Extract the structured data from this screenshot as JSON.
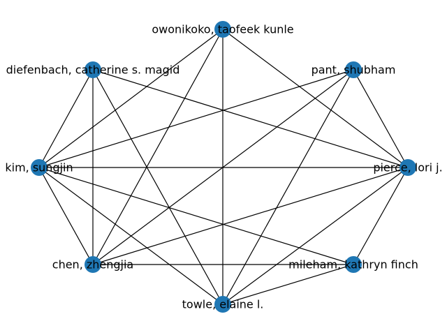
{
  "graph": {
    "nodes": [
      {
        "id": "owonikoko",
        "label": "owonikoko, taofeek kunle"
      },
      {
        "id": "pant",
        "label": "pant, shubham"
      },
      {
        "id": "pierce",
        "label": "pierce, lori j."
      },
      {
        "id": "mileham",
        "label": "mileham, kathryn finch"
      },
      {
        "id": "towle",
        "label": "towle, elaine l."
      },
      {
        "id": "chen",
        "label": "chen, zhengjia"
      },
      {
        "id": "kim",
        "label": "kim, sungjin"
      },
      {
        "id": "diefenbach",
        "label": "diefenbach, catherine s. magid"
      }
    ],
    "edges": [
      [
        "owonikoko",
        "kim"
      ],
      [
        "owonikoko",
        "chen"
      ],
      [
        "owonikoko",
        "towle"
      ],
      [
        "owonikoko",
        "pierce"
      ],
      [
        "pant",
        "kim"
      ],
      [
        "pant",
        "chen"
      ],
      [
        "pant",
        "towle"
      ],
      [
        "pant",
        "pierce"
      ],
      [
        "diefenbach",
        "kim"
      ],
      [
        "diefenbach",
        "chen"
      ],
      [
        "diefenbach",
        "towle"
      ],
      [
        "diefenbach",
        "pierce"
      ],
      [
        "kim",
        "pierce"
      ],
      [
        "kim",
        "chen"
      ],
      [
        "kim",
        "towle"
      ],
      [
        "kim",
        "mileham"
      ],
      [
        "pierce",
        "chen"
      ],
      [
        "pierce",
        "towle"
      ],
      [
        "pierce",
        "mileham"
      ],
      [
        "chen",
        "mileham"
      ],
      [
        "towle",
        "mileham"
      ]
    ],
    "colors": {
      "node": "#1f77b4",
      "edge": "#000000",
      "label": "#000000",
      "background": "#ffffff"
    }
  }
}
